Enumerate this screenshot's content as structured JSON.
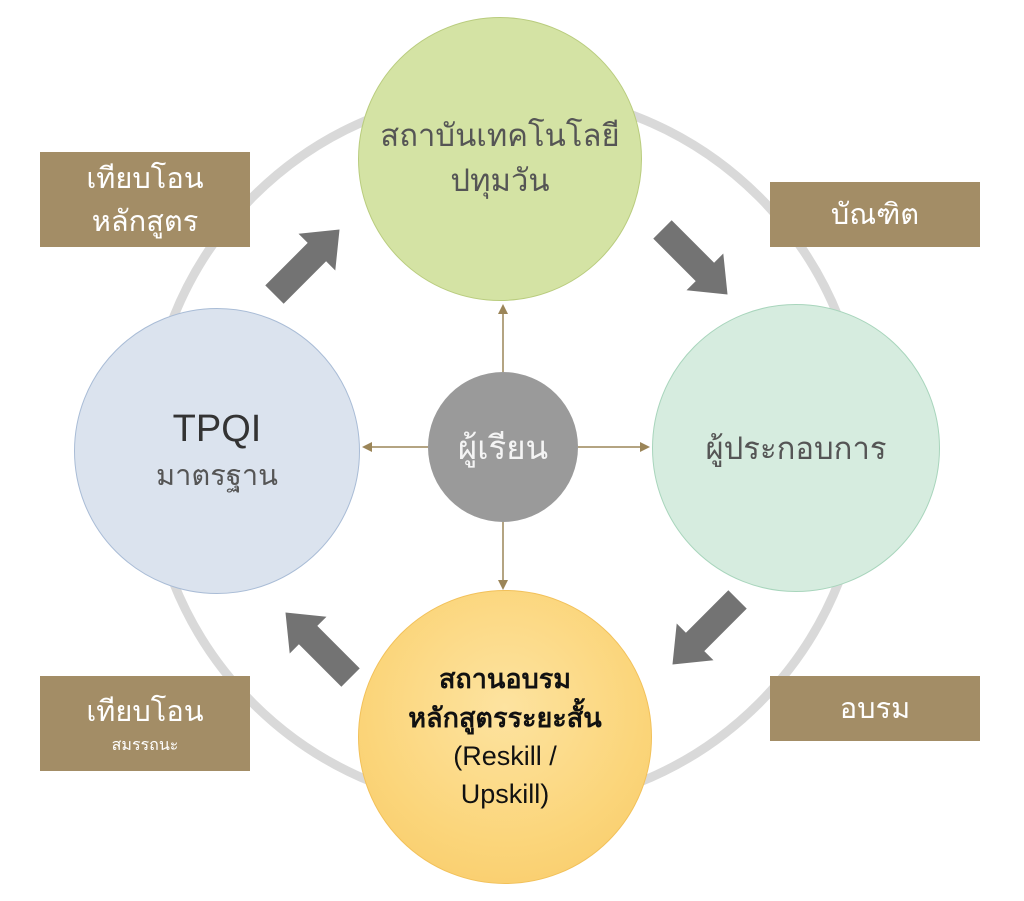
{
  "nodes": {
    "top": {
      "line1": "สถาบันเทคโนโลยี",
      "line2": "ปทุมวัน"
    },
    "right": {
      "label": "ผู้ประกอบการ"
    },
    "left": {
      "line1": "TPQI",
      "line2": "มาตรฐาน"
    },
    "bottom": {
      "line1": "สถานอบรม",
      "line2": "หลักสูตรระยะสั้น",
      "line3": "(Reskill /",
      "line4": "Upskill)"
    },
    "center": {
      "label": "ผู้เรียน"
    }
  },
  "labels": {
    "top_left": {
      "line1": "เทียบโอน",
      "line2": "หลักสูตร"
    },
    "top_right": {
      "line1": "บัณฑิต"
    },
    "bottom_left": {
      "line1": "เทียบโอน",
      "line2": "สมรรถนะ"
    },
    "bottom_right": {
      "line1": "อบรม"
    }
  },
  "colors": {
    "top_circle": "#d4e3a4",
    "right_circle": "#d6ecdf",
    "left_circle": "#dbe3ee",
    "bottom_circle": "#fbd57a",
    "center_circle": "#9a9a9a",
    "label_box": "#a38d66",
    "cycle_arrow": "#737373",
    "connector_arrow": "#9b8558",
    "ring": "#d9d9d9"
  },
  "icons": {
    "cycle_arrows": "block-arrow",
    "connectors": "thin-arrow"
  }
}
